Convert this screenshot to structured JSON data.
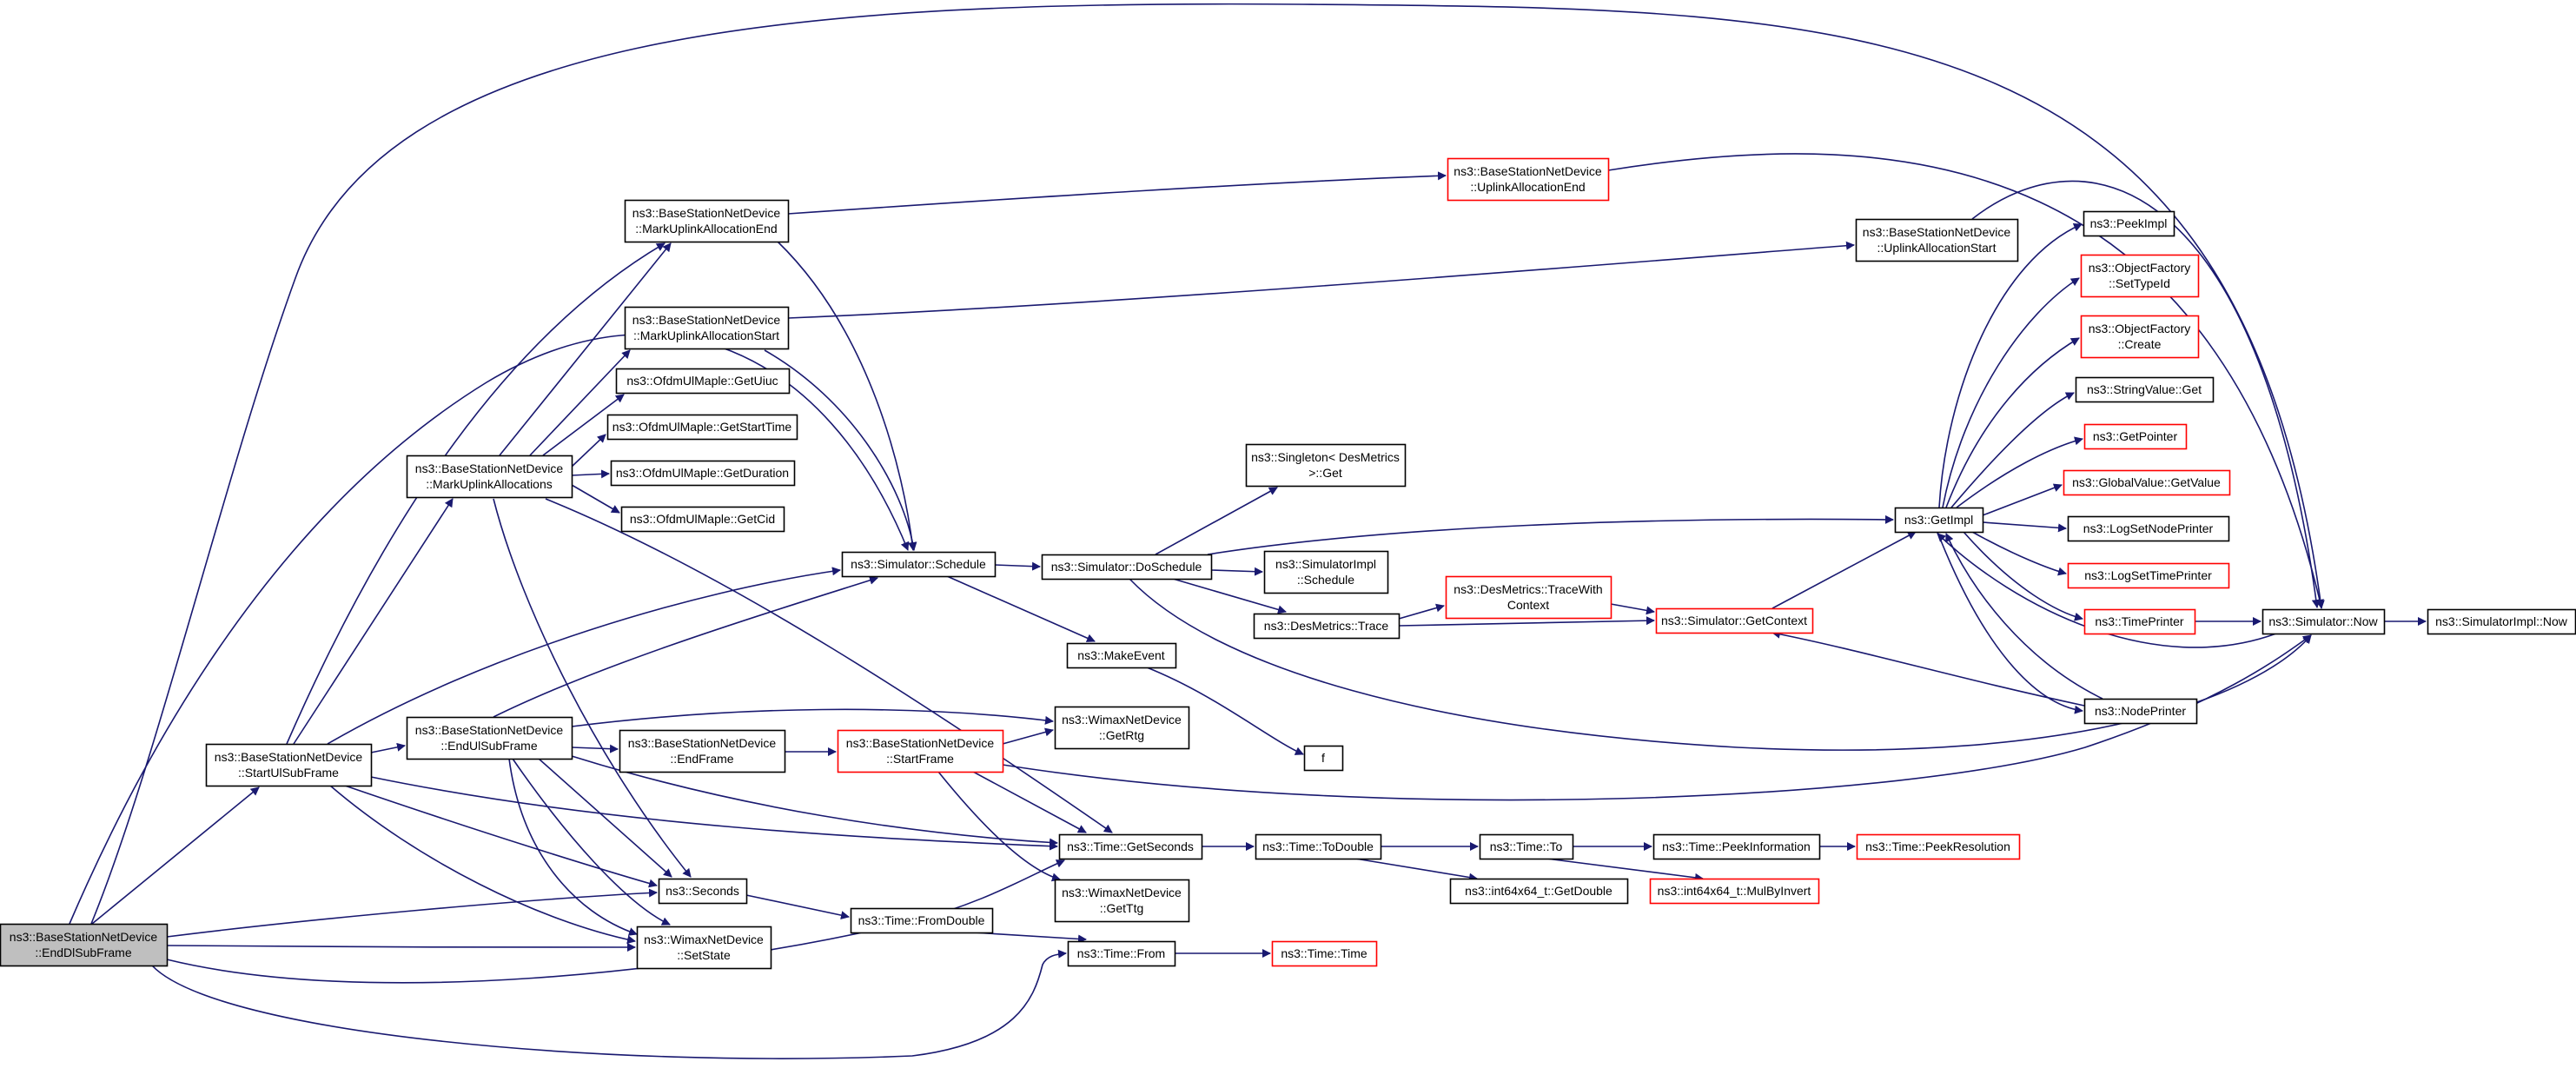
{
  "colors": {
    "edge": "#191970",
    "node_border": "#000000",
    "unresolved_border": "#ff0000",
    "root_fill": "#bfbfbf"
  },
  "nodes": [
    {
      "id": "EndDl",
      "lines": [
        "ns3::BaseStationNetDevice",
        "::EndDlSubFrame"
      ],
      "root": true
    },
    {
      "id": "StartUl",
      "lines": [
        "ns3::BaseStationNetDevice",
        "::StartUlSubFrame"
      ]
    },
    {
      "id": "MarkUA",
      "lines": [
        "ns3::BaseStationNetDevice",
        "::MarkUplinkAllocations"
      ]
    },
    {
      "id": "EndUl",
      "lines": [
        "ns3::BaseStationNetDevice",
        "::EndUlSubFrame"
      ]
    },
    {
      "id": "MarkUAEnd",
      "lines": [
        "ns3::BaseStationNetDevice",
        "::MarkUplinkAllocationEnd"
      ]
    },
    {
      "id": "MarkUAStart",
      "lines": [
        "ns3::BaseStationNetDevice",
        "::MarkUplinkAllocationStart"
      ]
    },
    {
      "id": "GetUiuc",
      "lines": [
        "ns3::OfdmUlMaple::GetUiuc"
      ]
    },
    {
      "id": "GetStartTime",
      "lines": [
        "ns3::OfdmUlMaple::GetStartTime"
      ]
    },
    {
      "id": "GetDuration",
      "lines": [
        "ns3::OfdmUlMaple::GetDuration"
      ]
    },
    {
      "id": "GetCid",
      "lines": [
        "ns3::OfdmUlMaple::GetCid"
      ]
    },
    {
      "id": "EndFrame",
      "lines": [
        "ns3::BaseStationNetDevice",
        "::EndFrame"
      ]
    },
    {
      "id": "Seconds",
      "lines": [
        "ns3::Seconds"
      ]
    },
    {
      "id": "SetState",
      "lines": [
        "ns3::WimaxNetDevice",
        "::SetState"
      ]
    },
    {
      "id": "Schedule",
      "lines": [
        "ns3::Simulator::Schedule"
      ]
    },
    {
      "id": "StartFrame",
      "lines": [
        "ns3::BaseStationNetDevice",
        "::StartFrame"
      ],
      "red": true
    },
    {
      "id": "GetSeconds",
      "lines": [
        "ns3::Time::GetSeconds"
      ]
    },
    {
      "id": "FromDouble",
      "lines": [
        "ns3::Time::FromDouble"
      ]
    },
    {
      "id": "GetRtg",
      "lines": [
        "ns3::WimaxNetDevice",
        "::GetRtg"
      ]
    },
    {
      "id": "GetTtg",
      "lines": [
        "ns3::WimaxNetDevice",
        "::GetTtg"
      ]
    },
    {
      "id": "DoSchedule",
      "lines": [
        "ns3::Simulator::DoSchedule"
      ]
    },
    {
      "id": "MakeEvent",
      "lines": [
        "ns3::MakeEvent"
      ]
    },
    {
      "id": "f",
      "lines": [
        "f"
      ]
    },
    {
      "id": "TimeFrom",
      "lines": [
        "ns3::Time::From"
      ]
    },
    {
      "id": "ToDouble",
      "lines": [
        "ns3::Time::ToDouble"
      ]
    },
    {
      "id": "SingletonGet",
      "lines": [
        "ns3::Singleton< DesMetrics",
        ">::Get"
      ]
    },
    {
      "id": "SimImplSchedule",
      "lines": [
        "ns3::SimulatorImpl",
        "::Schedule"
      ]
    },
    {
      "id": "DesTrace",
      "lines": [
        "ns3::DesMetrics::Trace"
      ]
    },
    {
      "id": "UAEnd",
      "lines": [
        "ns3::BaseStationNetDevice",
        "::UplinkAllocationEnd"
      ],
      "red": true
    },
    {
      "id": "TraceWithContext",
      "lines": [
        "ns3::DesMetrics::TraceWith",
        "Context"
      ],
      "red": true
    },
    {
      "id": "TimeTo",
      "lines": [
        "ns3::Time::To"
      ]
    },
    {
      "id": "GetDouble",
      "lines": [
        "ns3::int64x64_t::GetDouble"
      ]
    },
    {
      "id": "TimeTime",
      "lines": [
        "ns3::Time::Time"
      ],
      "red": true
    },
    {
      "id": "GetContext",
      "lines": [
        "ns3::Simulator::GetContext"
      ],
      "red": true
    },
    {
      "id": "PeekInformation",
      "lines": [
        "ns3::Time::PeekInformation"
      ]
    },
    {
      "id": "MulByInvert",
      "lines": [
        "ns3::int64x64_t::MulByInvert"
      ],
      "red": true
    },
    {
      "id": "UAStart",
      "lines": [
        "ns3::BaseStationNetDevice",
        "::UplinkAllocationStart"
      ]
    },
    {
      "id": "GetImpl",
      "lines": [
        "ns3::GetImpl"
      ]
    },
    {
      "id": "PeekResolution",
      "lines": [
        "ns3::Time::PeekResolution"
      ],
      "red": true
    },
    {
      "id": "PeekImpl",
      "lines": [
        "ns3::PeekImpl"
      ]
    },
    {
      "id": "SetTypeId",
      "lines": [
        "ns3::ObjectFactory",
        "::SetTypeId"
      ],
      "red": true
    },
    {
      "id": "OFCreate",
      "lines": [
        "ns3::ObjectFactory",
        "::Create"
      ],
      "red": true
    },
    {
      "id": "StringValueGet",
      "lines": [
        "ns3::StringValue::Get"
      ]
    },
    {
      "id": "GetPointer",
      "lines": [
        "ns3::GetPointer"
      ],
      "red": true
    },
    {
      "id": "GlobalValueGet",
      "lines": [
        "ns3::GlobalValue::GetValue"
      ],
      "red": true
    },
    {
      "id": "LogSetNodePrinter",
      "lines": [
        "ns3::LogSetNodePrinter"
      ]
    },
    {
      "id": "LogSetTimePrinter",
      "lines": [
        "ns3::LogSetTimePrinter"
      ],
      "red": true
    },
    {
      "id": "TimePrinter",
      "lines": [
        "ns3::TimePrinter"
      ],
      "red": true
    },
    {
      "id": "NodePrinter",
      "lines": [
        "ns3::NodePrinter"
      ]
    },
    {
      "id": "SimNow",
      "lines": [
        "ns3::Simulator::Now"
      ]
    },
    {
      "id": "SimImplNow",
      "lines": [
        "ns3::SimulatorImpl::Now"
      ]
    }
  ]
}
